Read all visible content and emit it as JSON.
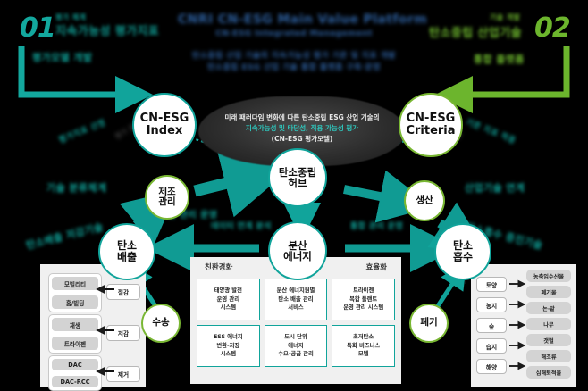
{
  "header": {
    "title": "CNRI CN-ESG Main Value Platform",
    "subtitle": "CN-ESG Integrated Management",
    "desc_line1": "탄소중립 산업 기술의 지속가능성 평가 기준 및 지표 개발",
    "desc_line2": "탄소중립 ESG 산업 기술 통합 플랫폼 구축·운영"
  },
  "sections": {
    "left_num": "01",
    "left_title_l1": "평가 체계",
    "left_title_l2": "지속가능성 평가지표",
    "left_sub": "평가모델 개발",
    "right_num": "02",
    "right_title_l1": "기술 개발",
    "right_title_l2": "탄소중립 산업기술",
    "right_sub": "통합 플랫폼"
  },
  "lens": {
    "line1": "미래 패러다임 변화에 따른 탄소중립 ESG 산업 기술의",
    "line2": "지속가능성 및 타당성, 적용 가능성 평가",
    "line3": "(CN-ESG 평가모델)"
  },
  "nodes": {
    "cn_esg_index_l1": "CN-ESG",
    "cn_esg_index_l2": "Index",
    "cn_esg_criteria_l1": "CN-ESG",
    "cn_esg_criteria_l2": "Criteria",
    "hub_l1": "탄소중립",
    "hub_l2": "허브",
    "manufacturing_l1": "제조",
    "manufacturing_l2": "관리",
    "production": "생산",
    "emission_l1": "탄소",
    "emission_l2": "배출",
    "energy_l1": "분산",
    "energy_l2": "에너지",
    "absorption_l1": "탄소",
    "absorption_l2": "흡수",
    "transport": "수송",
    "disposal": "폐기"
  },
  "side_labels": {
    "left_upper": "평가지표 산정",
    "left_mid": "기술 분류체계",
    "left_lower": "탄소배출 저감기술",
    "right_upper": "기준 지표 적용",
    "right_mid": "산업기술 연계",
    "right_lower": "탄소흡수 증진기술",
    "center_upper": "데이터 연계 분석",
    "center_lower": "통합 관리 운영",
    "hub_left": "평가 결과 환류",
    "hub_right": "기술 실증 적용"
  },
  "panel": {
    "head_left": "친환경화",
    "head_right": "효율화",
    "cells": [
      "태양광 발전\n운영 관리\n시스템",
      "분산 에너지원별\n탄소 배출 관리\n서비스",
      "트라이젠\n복합 플랜트\n운영 관리 시스템",
      "ESS 에너지\n변환-저장\n시스템",
      "도시 단위\n에너지\n수요-공급 관리",
      "초저탄소\n특화 비즈니스\n모델"
    ]
  },
  "left_panel": {
    "groups": [
      {
        "chips": [
          "모빌리티",
          "홈/빌딩"
        ],
        "stage": "절감"
      },
      {
        "chips": [
          "재생",
          "트라이젠"
        ],
        "stage": "저감"
      },
      {
        "chips": [
          "DAC",
          "DAC-RCC"
        ],
        "stage": "제거"
      }
    ]
  },
  "right_panel": {
    "labels": [
      "토양",
      "농지",
      "숲",
      "습지",
      "해양"
    ],
    "chips": [
      "농축임수산물",
      "폐기물",
      "논·밭",
      "나무",
      "갯벌",
      "해조류",
      "심해퇴적물"
    ]
  },
  "colors": {
    "teal": "#11a49b",
    "green": "#6cb52d",
    "blue": "#2d5f9e",
    "panel_bg": "#f0f0f0"
  }
}
